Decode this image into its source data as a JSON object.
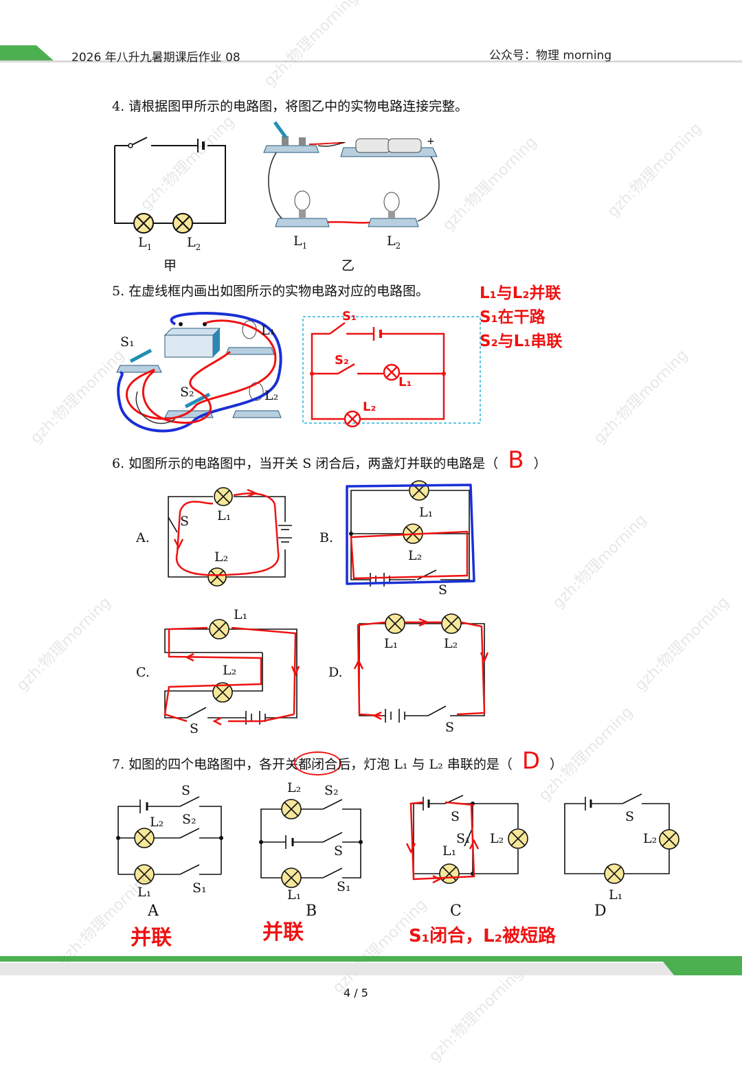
{
  "header": {
    "left": "2026 年八升九暑期课后作业 08",
    "right": "公众号：物理 morning"
  },
  "watermark": "gzh:物理morning",
  "q4": {
    "text": "4. 请根据图甲所示的电路图，将图乙中的实物电路连接完整。",
    "fig_a": "甲",
    "fig_b": "乙",
    "lamp1": "L",
    "lamp1_sub": "1",
    "lamp2": "L",
    "lamp2_sub": "2",
    "minus": "−",
    "plus": "+"
  },
  "q5": {
    "text": "5. 在虚线框内画出如图所示的实物电路对应的电路图。",
    "note_lines": [
      "L₁与L₂并联",
      "S₁在干路",
      "S₂与L₁串联"
    ],
    "s1": "S₁",
    "s2": "S₂",
    "l1": "L₁",
    "l2": "L₂",
    "draw_s1": "S₁",
    "draw_s2": "S₂",
    "draw_l1": "L₁",
    "draw_l2": "L₂"
  },
  "q6": {
    "text": "6. 如图所示的电路图中，当开关 S 闭合后，两盏灯并联的电路是（",
    "close": "）",
    "answer": "B",
    "options": [
      "A.",
      "B.",
      "C.",
      "D."
    ],
    "s": "S",
    "l1": "L₁",
    "l2": "L₂"
  },
  "q7": {
    "text_pre": "7. 如图的四个电路图中，各开关",
    "text_circled": "都闭合",
    "text_post": "后，灯泡 L₁ 与 L₂ 串联的是（",
    "close": "）",
    "answer": "D",
    "labels": [
      "A",
      "B",
      "C",
      "D"
    ],
    "notes": [
      "并联",
      "并联",
      "S₁闭合，L₂被短路"
    ],
    "s": "S",
    "s1": "S₁",
    "s2": "S₂",
    "l1": "L₁",
    "l2": "L₂"
  },
  "footer": {
    "page": "4 / 5"
  },
  "colors": {
    "accent_green": "#4caf50",
    "ink_red": "#e11",
    "ink_blue": "#1a2fd6",
    "dash_cyan": "#28b4d9"
  }
}
